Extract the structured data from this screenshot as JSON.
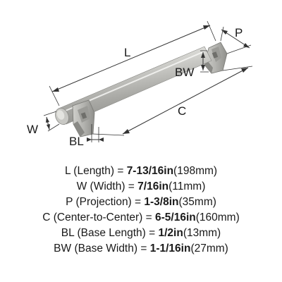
{
  "diagram": {
    "labels": {
      "L": "L",
      "P": "P",
      "BW": "BW",
      "W": "W",
      "C": "C",
      "BL": "BL"
    }
  },
  "specs": [
    {
      "name": "L (Length) = ",
      "value": "7-13/16in",
      "metric": "(198mm)"
    },
    {
      "name": "W (Width) = ",
      "value": "7/16in",
      "metric": "(11mm)"
    },
    {
      "name": "P (Projection) = ",
      "value": "1-3/8in",
      "metric": "(35mm)"
    },
    {
      "name": "C (Center-to-Center) = ",
      "value": "6-5/16in",
      "metric": "(160mm)"
    },
    {
      "name": "BL (Base Length) = ",
      "value": "1/2in",
      "metric": "(13mm)"
    },
    {
      "name": "BW (Base Width) = ",
      "value": "1-1/16in",
      "metric": "(27mm)"
    }
  ]
}
